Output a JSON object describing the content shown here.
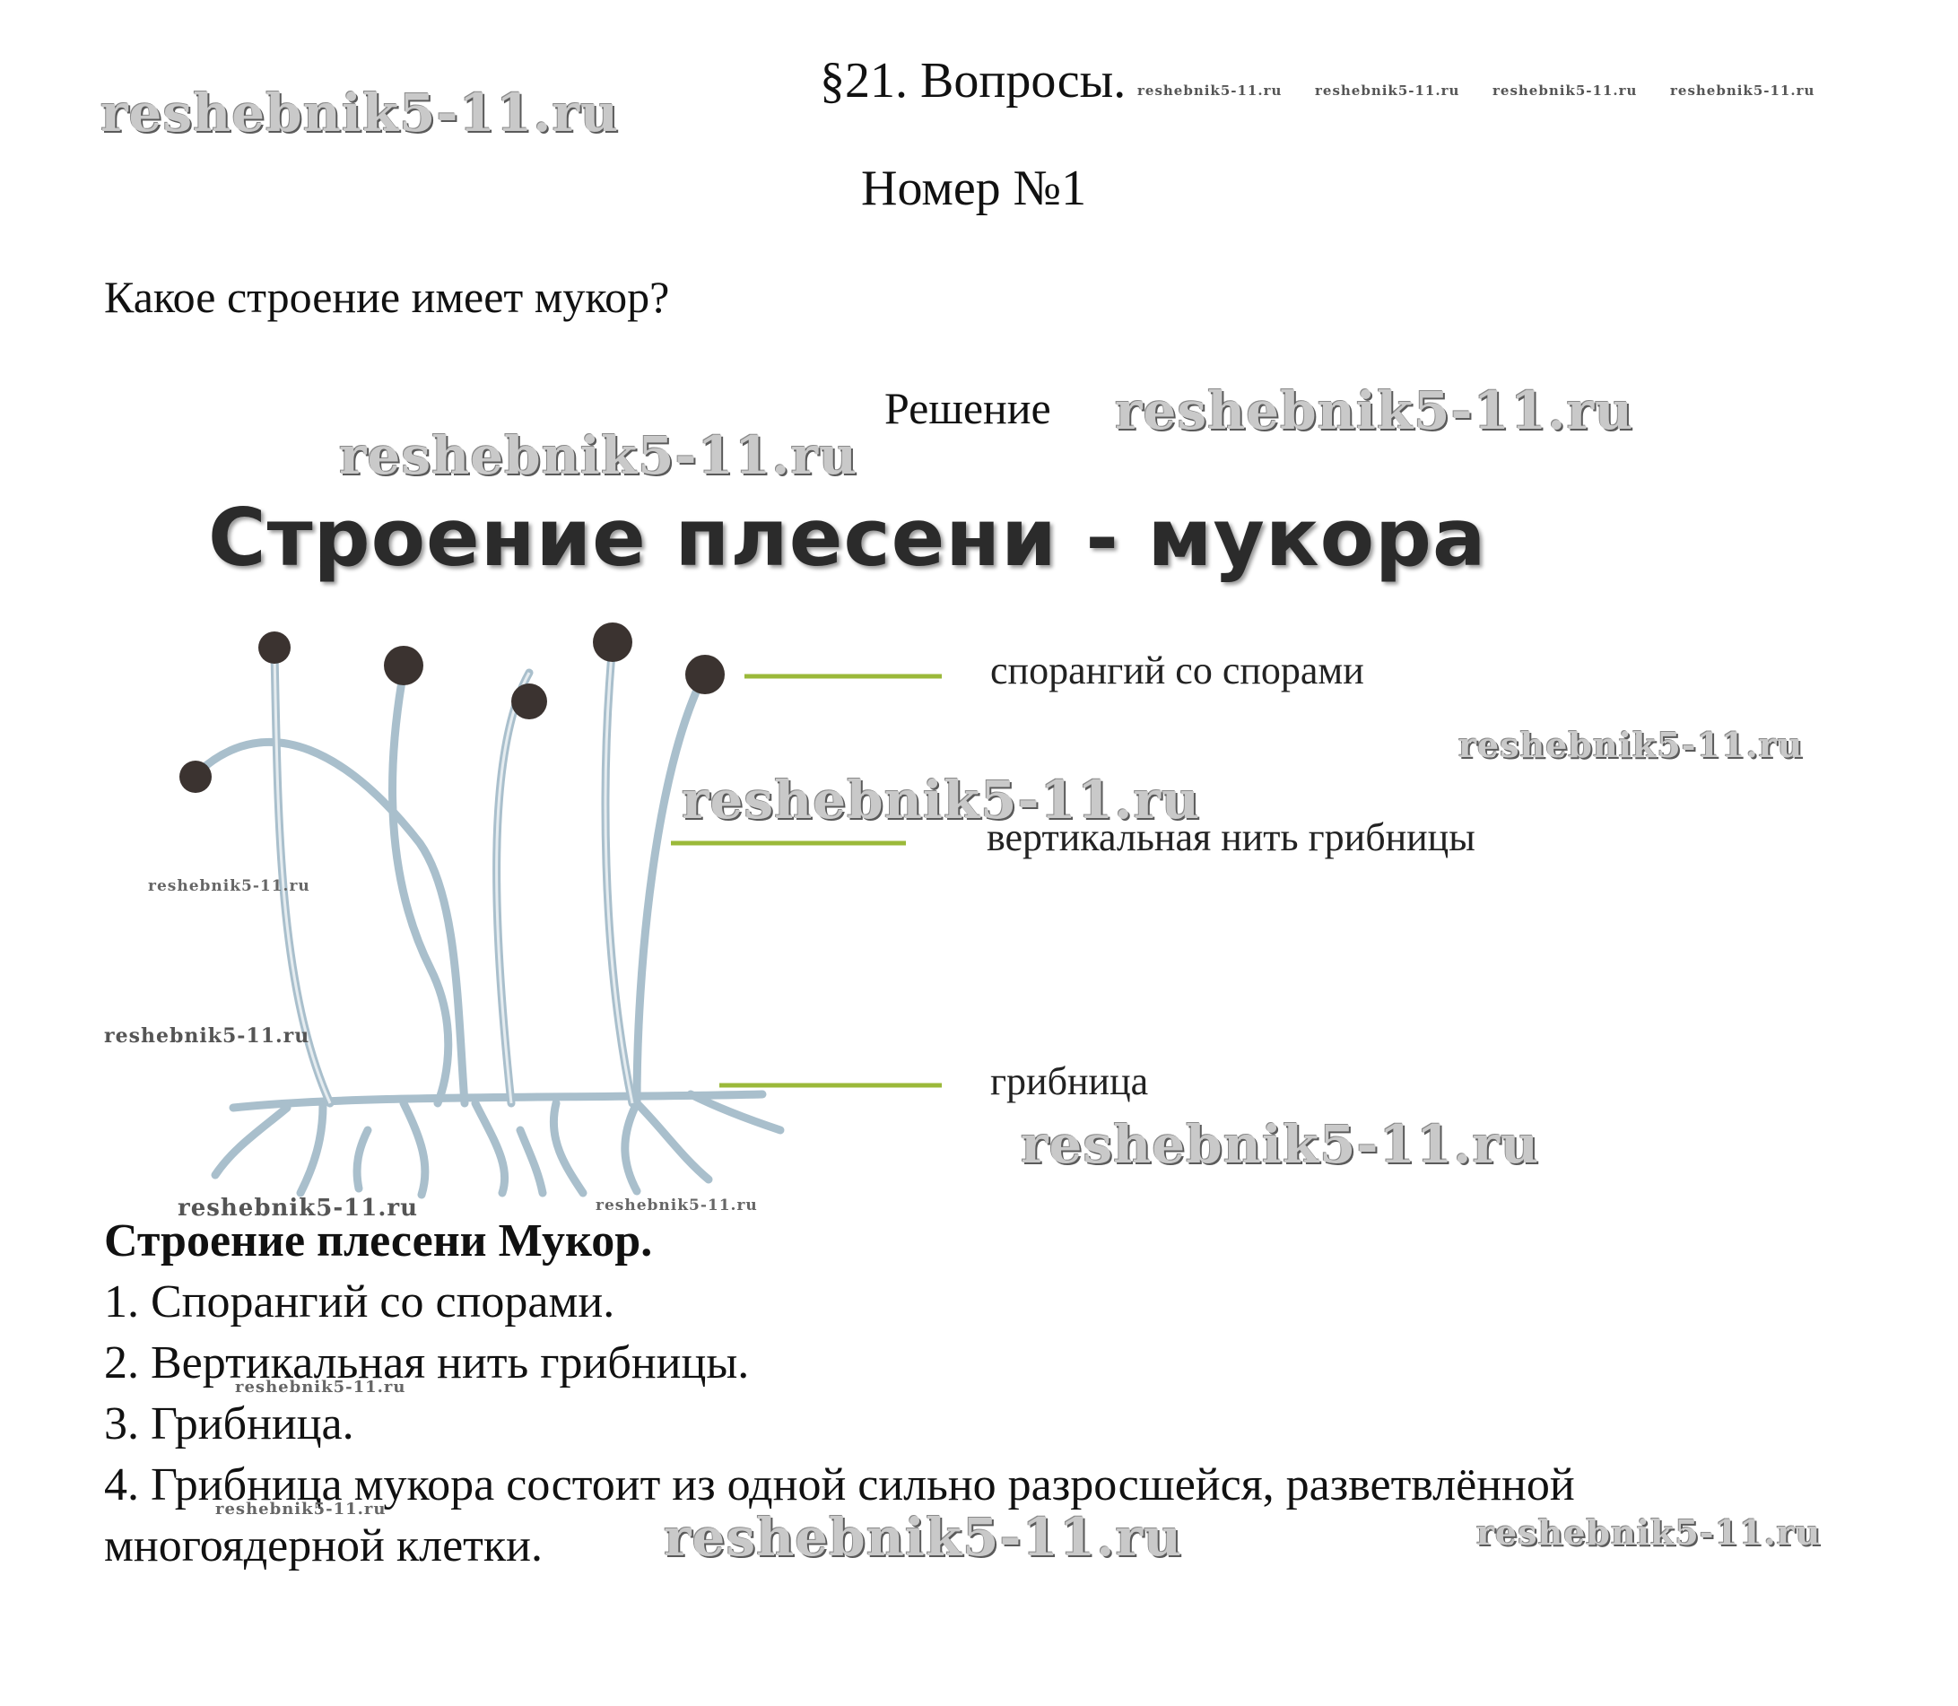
{
  "header": {
    "section": "§21. Вопросы.",
    "number": "Номер №1"
  },
  "question": "Какое строение имеет мукор?",
  "solution_label": "Решение",
  "figure": {
    "title": "Строение плесени - мукора",
    "labels": {
      "sporangium": "спорангий со спорами",
      "vertical_thread": "вертикальная нить грибницы",
      "mycelium": "грибница"
    }
  },
  "answer": {
    "heading": "Строение плесени Мукор.",
    "items": [
      "1. Спорангий со спорами.",
      "2. Вертикальная нить грибницы.",
      "3. Грибница.",
      "4. Грибница мукора состоит из одной сильно разросшейся, разветвлённой",
      "многоядерной клетки."
    ]
  },
  "watermark": "reshebnik5-11.ru",
  "colors": {
    "leader_line": "#9bb93a",
    "hyphae": "#a9bfcc",
    "sporangium": "#3b3330"
  }
}
